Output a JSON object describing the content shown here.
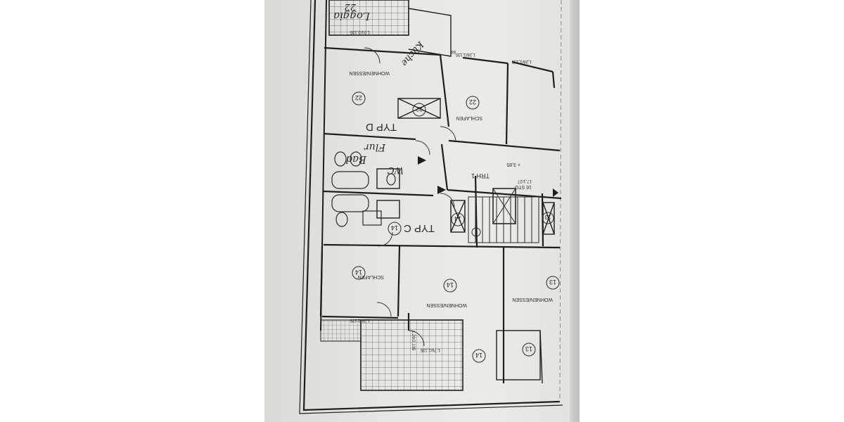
{
  "document": {
    "type": "architectural floor plan (photographed page, rotated)",
    "rooms": {
      "loggia": "Loggia",
      "kueche": "Küche",
      "wohnen_essen_top": "WOHNEN/ESSEN",
      "schlafen_top": "SCHLAFEN",
      "typ_d": "TYP D",
      "bad": "Bad",
      "flur": "Flur",
      "wc": "WC",
      "trh": "TRH 1",
      "sts": "16 STG",
      "sts_dim": "17,1/27",
      "level": "+ 3,85",
      "typ_c": "TYP C",
      "schlafen_mid": "SCHLAFEN",
      "wohnen_essen_bottom_a": "WOHNEN/ESSEN",
      "wohnen_essen_bottom_b": "WOHNEN/ESSEN"
    },
    "unit_numbers": {
      "u22": "22",
      "u14": "14",
      "u13": "13"
    },
    "dimensions": {
      "d1": "1,01/2,135",
      "d2": "1,26/1,135",
      "d3": "1,26/1,135",
      "d4": "1,26/2,135",
      "d5": "1,26/2,135",
      "d6": "1,76/2,135",
      "d7": "88"
    }
  }
}
